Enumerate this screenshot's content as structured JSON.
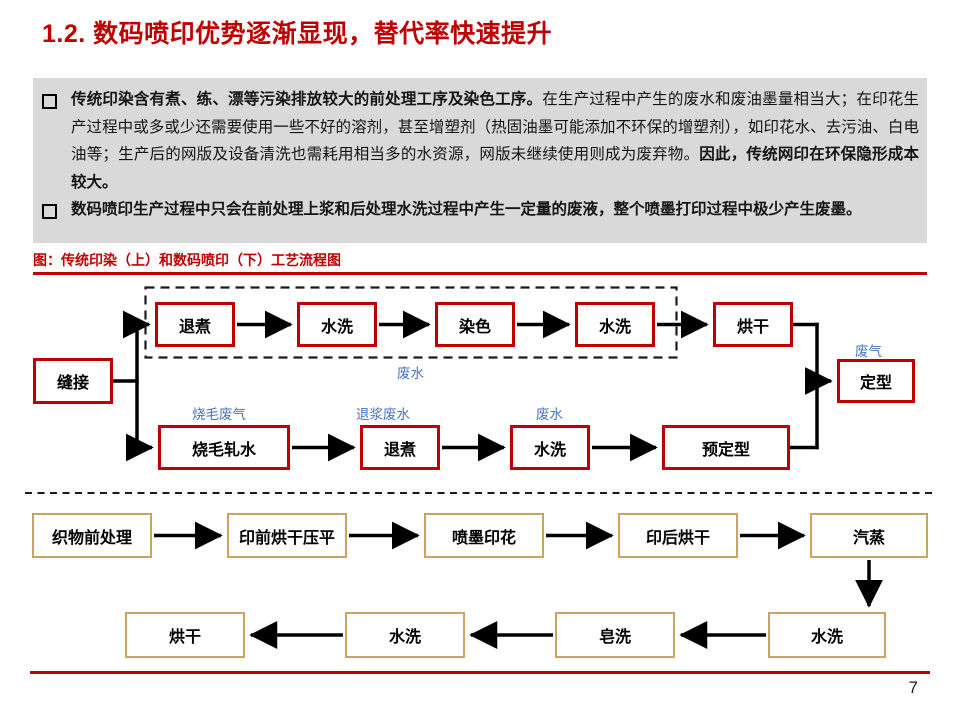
{
  "title": "1.2. 数码喷印优势逐渐显现，替代率快速提升",
  "panel": {
    "bullet1_lead": "传统印染含有煮、练、漂等污染排放较大的前处理工序及染色工序。",
    "bullet1_body": "在生产过程中产生的废水和废油墨量相当大；在印花生产过程中或多或少还需要使用一些不好的溶剂，甚至增塑剂（热固油墨可能添加不环保的增塑剂），如印花水、去污油、白电油等；生产后的网版及设备清洗也需耗用相当多的水资源，网版未继续使用则成为废弃物。",
    "bullet1_tail": "因此，传统网印在环保隐形成本较大。",
    "bullet2": "数码喷印生产过程中只会在前处理上浆和后处理水洗过程中产生一定量的废液，整个喷墨打印过程中极少产生废墨。"
  },
  "figure_caption": "图：传统印染（上）和数码喷印（下）工艺流程图",
  "traditional_flow": {
    "nodes": [
      "缝接",
      "退煮",
      "水洗",
      "染色",
      "水洗",
      "烘干",
      "定型",
      "烧毛轧水",
      "退煮",
      "水洗",
      "预定型"
    ],
    "dashed_group": [
      "退煮",
      "水洗",
      "染色",
      "水洗"
    ],
    "emission_labels": {
      "wastewater_top": "废水",
      "waste_gas": "废气",
      "singeing_waste_gas": "烧毛废气",
      "desizing_wastewater": "退浆废水",
      "wastewater_mid": "废水"
    },
    "edges": [
      "缝接→退煮",
      "缝接→烧毛轧水",
      "退煮→水洗",
      "水洗→染色",
      "染色→水洗",
      "水洗→烘干",
      "烘干→定型",
      "烧毛轧水→退煮",
      "退煮→水洗",
      "水洗→预定型",
      "预定型→定型"
    ]
  },
  "digital_flow": {
    "nodes": [
      "织物前处理",
      "印前烘干压平",
      "喷墨印花",
      "印后烘干",
      "汽蒸",
      "水洗",
      "皂洗",
      "水洗",
      "烘干"
    ],
    "edges": [
      "织物前处理→印前烘干压平",
      "印前烘干压平→喷墨印花",
      "喷墨印花→印后烘干",
      "印后烘干→汽蒸",
      "汽蒸→水洗",
      "水洗→皂洗",
      "皂洗→水洗",
      "水洗→烘干"
    ]
  },
  "page_number": "7",
  "colors": {
    "accent_red": "#C00000",
    "traditional_node_border": "#C00000",
    "digital_node_border": "#CDA45F",
    "emission_label_blue": "#4472C4",
    "panel_background": "#D9D9D9"
  }
}
